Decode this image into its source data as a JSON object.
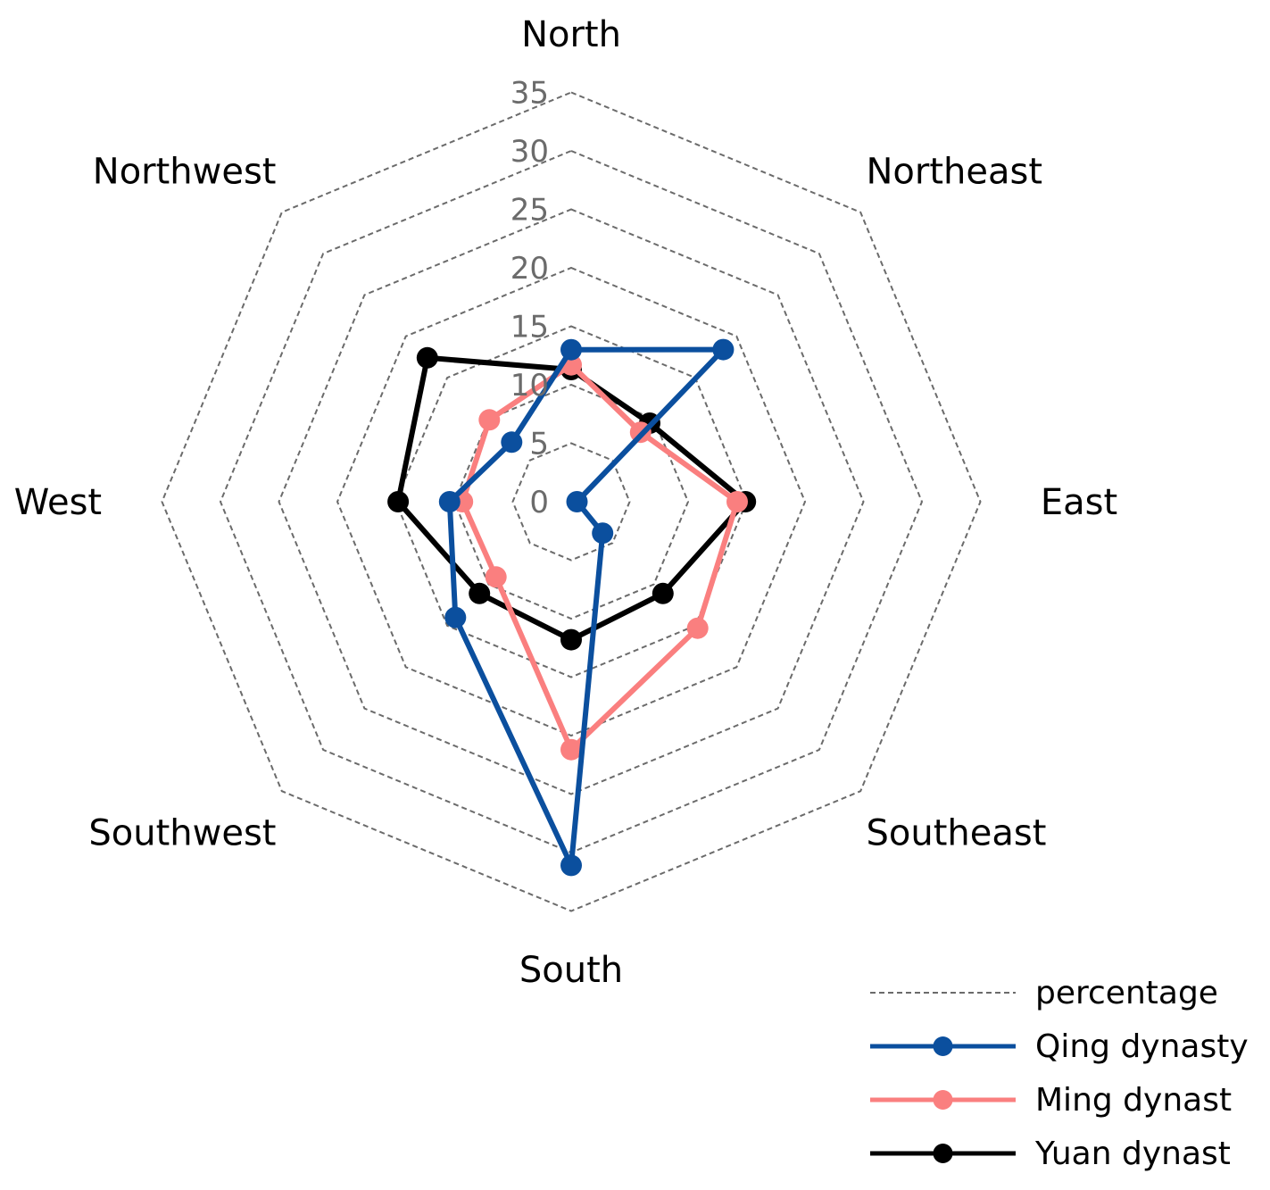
{
  "chart_data": {
    "type": "radar",
    "categories": [
      "North",
      "Northeast",
      "East",
      "Southeast",
      "South",
      "Southwest",
      "West",
      "Northwest"
    ],
    "rlim": [
      0,
      35
    ],
    "r_ticks": [
      "0",
      "5",
      "10",
      "15",
      "20",
      "25",
      "30",
      "35"
    ],
    "r_tick_values": [
      0,
      5,
      10,
      15,
      20,
      25,
      30,
      35
    ],
    "grid": "dashed",
    "grid_color": "#6b6b6b",
    "legend_position": "bottom-right",
    "grid_legend_label": "percentage",
    "series": [
      {
        "name": "Yuan dynast",
        "color": "#000000",
        "values": [
          11.3,
          9.5,
          14.9,
          11.1,
          11.8,
          11.1,
          14.8,
          17.4
        ]
      },
      {
        "name": "Ming dynast",
        "color": "#fa7f7f",
        "values": [
          11.7,
          8.4,
          14.2,
          15.3,
          21.2,
          9.1,
          9.3,
          9.9
        ]
      },
      {
        "name": "Qing dynasty",
        "color": "#0b4f9e",
        "values": [
          13.0,
          18.4,
          0.5,
          3.8,
          31.1,
          14.0,
          10.4,
          7.2
        ]
      }
    ],
    "legend_order": [
      "percentage",
      "Qing dynasty",
      "Ming dynast",
      "Yuan dynast"
    ]
  }
}
